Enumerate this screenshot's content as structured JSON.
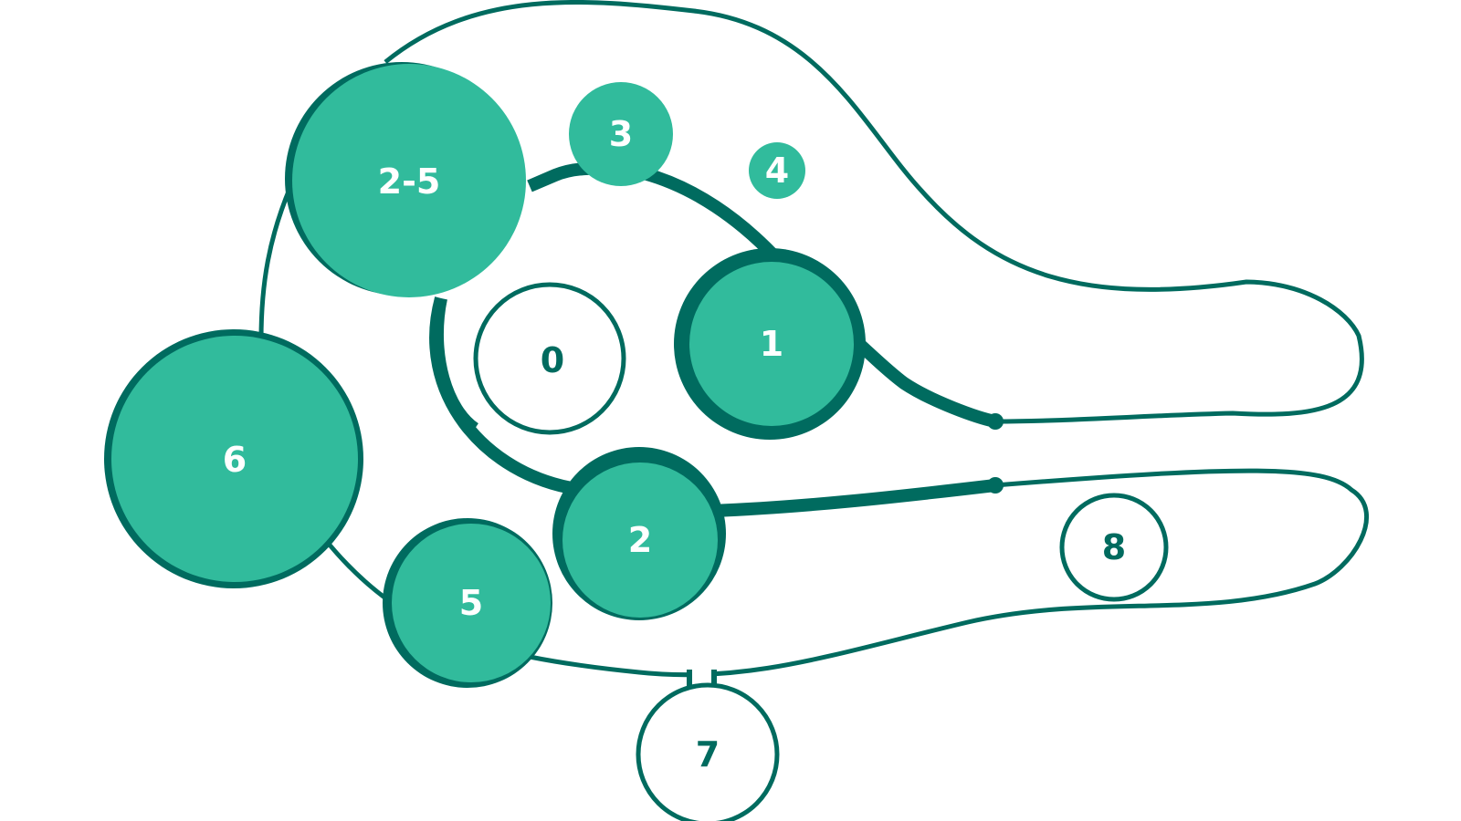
{
  "colors": {
    "dark": "#006b5f",
    "fill": "#31bb9c",
    "white": "#ffffff",
    "background": "#ffffff"
  },
  "nodes": [
    {
      "id": "n25",
      "label": "2-5",
      "style": "filled"
    },
    {
      "id": "n3",
      "label": "3",
      "style": "filled"
    },
    {
      "id": "n4",
      "label": "4",
      "style": "filled"
    },
    {
      "id": "n0",
      "label": "0",
      "style": "outline"
    },
    {
      "id": "n1",
      "label": "1",
      "style": "filled"
    },
    {
      "id": "n6",
      "label": "6",
      "style": "filled"
    },
    {
      "id": "n2",
      "label": "2",
      "style": "filled"
    },
    {
      "id": "n5",
      "label": "5",
      "style": "filled"
    },
    {
      "id": "n8",
      "label": "8",
      "style": "outline"
    },
    {
      "id": "n7",
      "label": "7",
      "style": "outline"
    }
  ]
}
